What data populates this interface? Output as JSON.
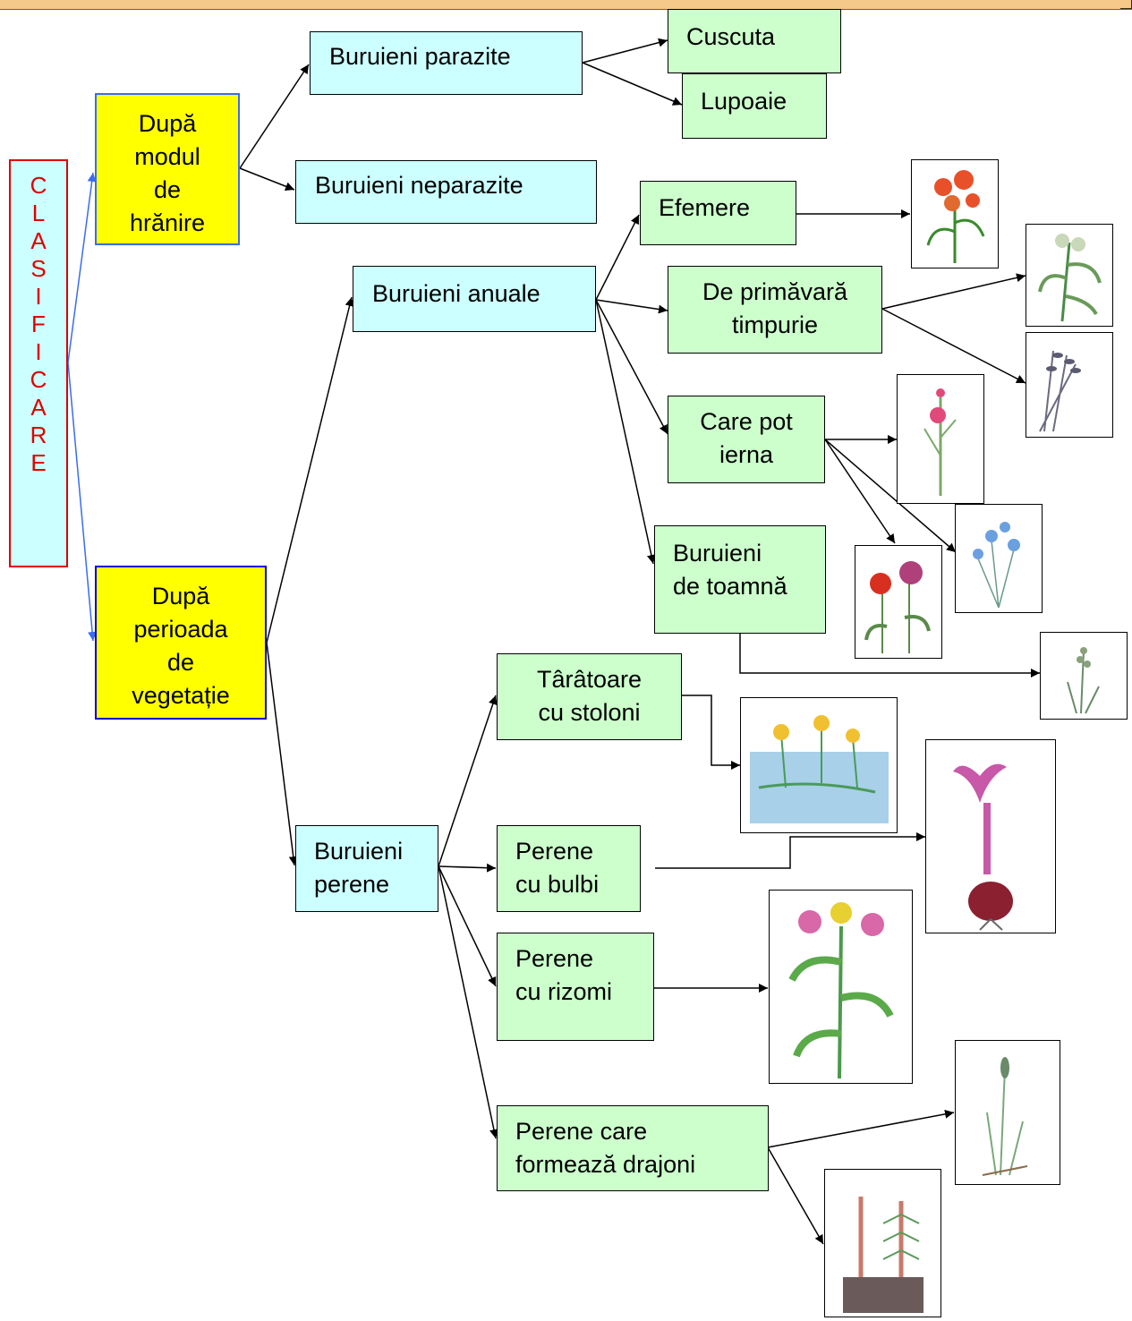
{
  "root": {
    "letters": [
      "C",
      "L",
      "A",
      "S",
      "I",
      "F",
      "I",
      "C",
      "A",
      "R",
      "E"
    ]
  },
  "criteria": {
    "nutrition": [
      "După",
      "modul",
      "de",
      "hrănire"
    ],
    "vegetation": [
      "După",
      "perioada",
      "de",
      "vegetație"
    ]
  },
  "nodes": {
    "parasitic": "Buruieni parazite",
    "cuscuta": "Cuscuta",
    "lupoaie": "Lupoaie",
    "nonparasitic": "Buruieni neparazite",
    "annual": "Buruieni anuale",
    "ephemeral": "Efemere",
    "early_spring": [
      "De primăvară",
      "timpurie"
    ],
    "winter": [
      "Care pot",
      "ierna"
    ],
    "autumn": [
      "Buruieni",
      "de toamnă"
    ],
    "perennial": [
      "Buruieni",
      "perene"
    ],
    "stolons": [
      "Târâtoare",
      "cu stoloni"
    ],
    "bulbs": [
      "Perene",
      "cu bulbi"
    ],
    "rhizomes": [
      "Perene",
      "cu rizomi"
    ],
    "shoots": [
      "Perene care",
      "formează drajoni"
    ]
  },
  "colors": {
    "criteria": "#ffff00",
    "category": "#ccffff",
    "leaf": "#ccffcc",
    "root_border": "#e00000",
    "blue_border": "#0000cc"
  }
}
